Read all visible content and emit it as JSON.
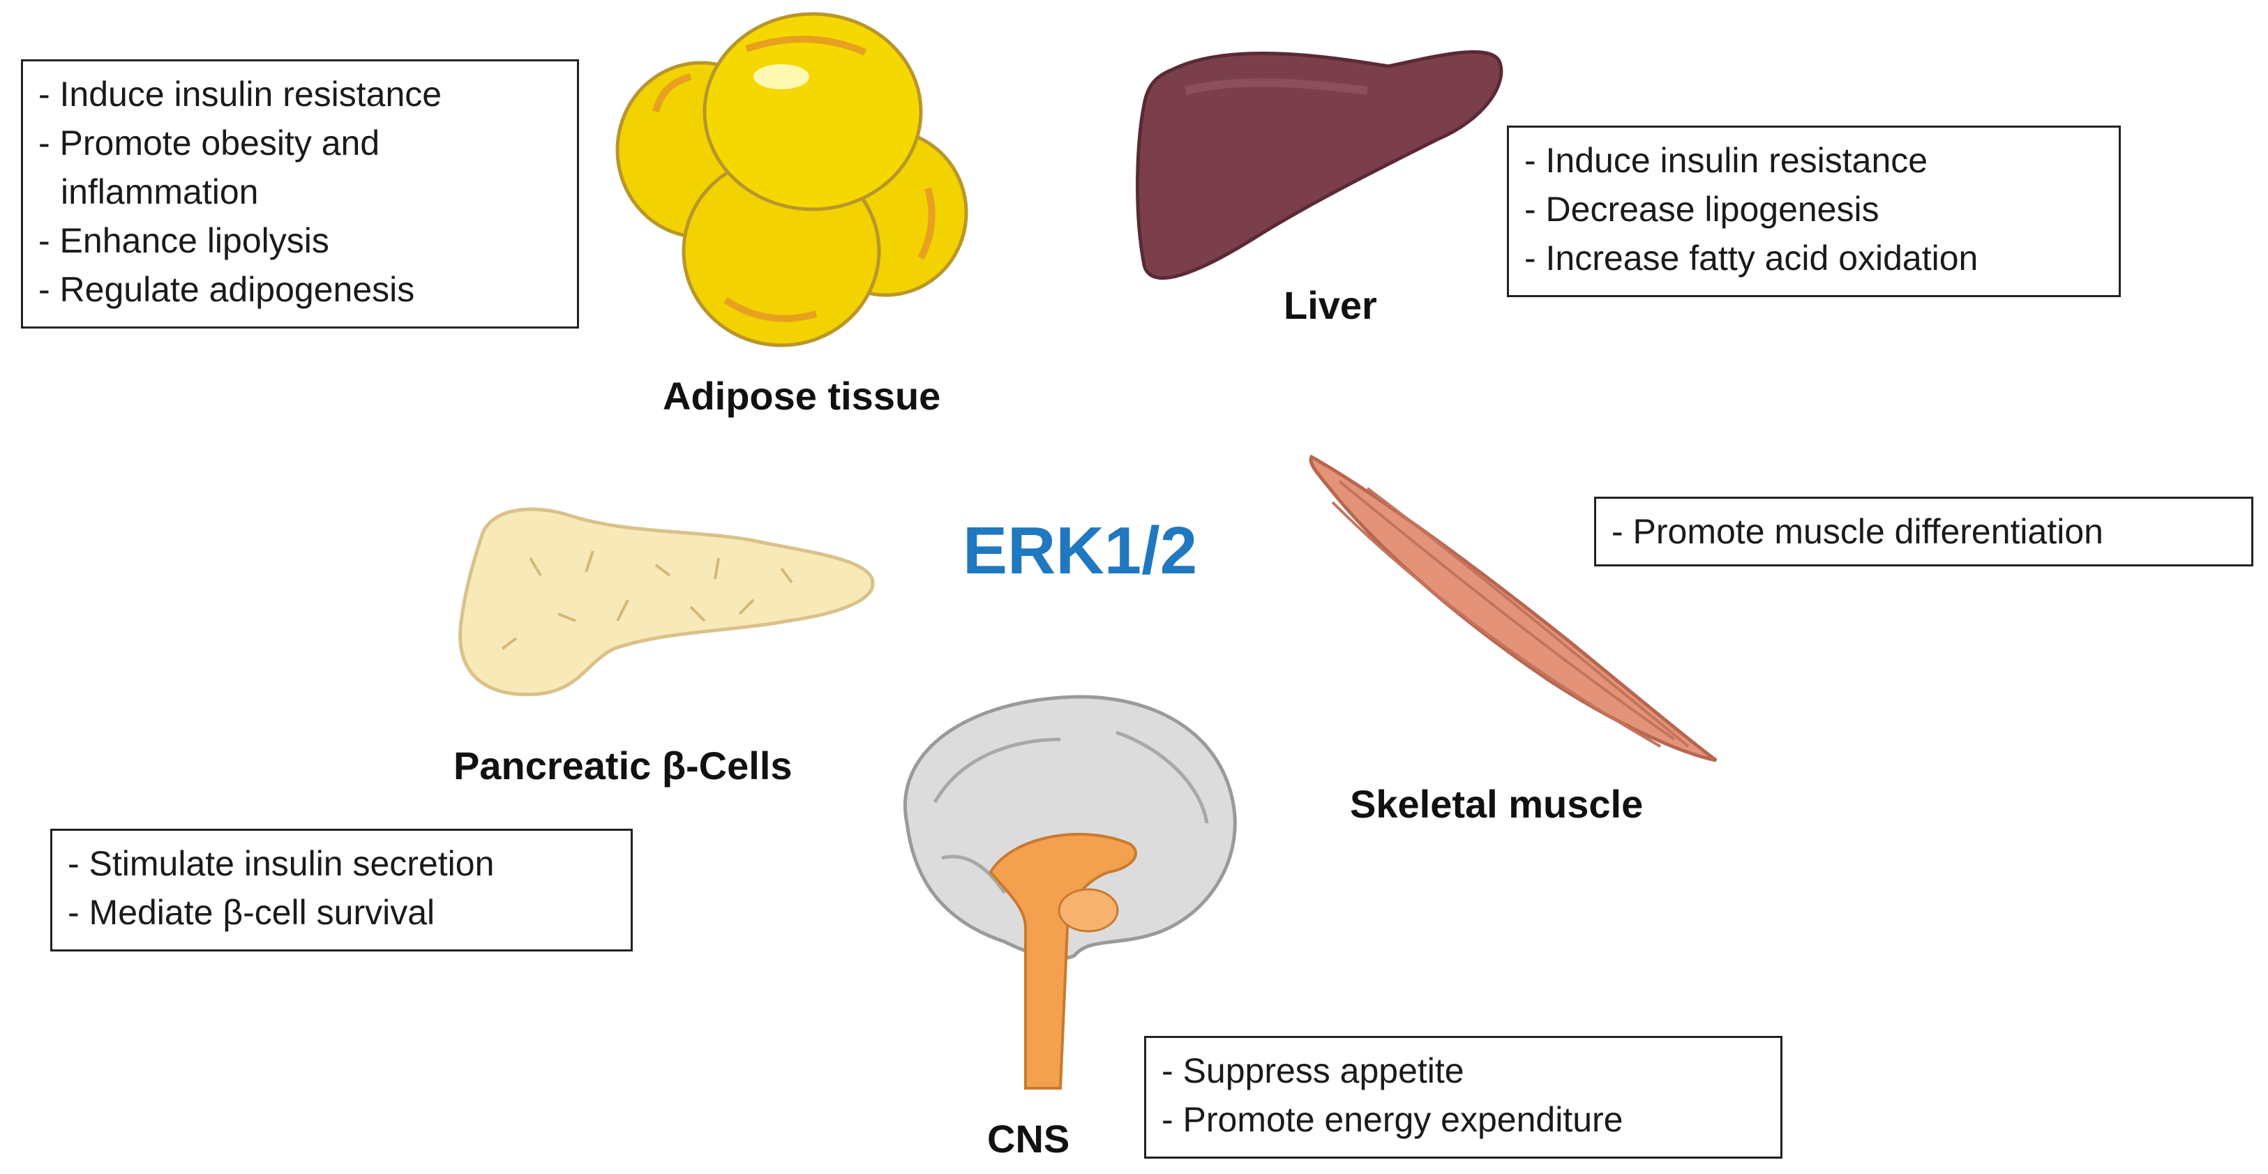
{
  "center_label": "ERK1/2",
  "colors": {
    "center": "#1f78c0",
    "adipose": "#f2d200",
    "liver": "#7b3f4c",
    "pancreas": "#f8e9b8",
    "muscle": "#e49379",
    "brain": "#dcdcdc",
    "brain_core": "#f3a04f"
  },
  "organs": {
    "adipose": {
      "label": "Adipose tissue",
      "effects": [
        "- Induce insulin resistance",
        "- Promote obesity and",
        "inflammation",
        "- Enhance lipolysis",
        "- Regulate adipogenesis"
      ]
    },
    "liver": {
      "label": "Liver",
      "effects": [
        "- Induce insulin resistance",
        "- Decrease lipogenesis",
        "- Increase fatty acid oxidation"
      ]
    },
    "muscle": {
      "label": "Skeletal muscle",
      "effects": [
        "- Promote muscle differentiation"
      ]
    },
    "pancreas": {
      "label": "Pancreatic β-Cells",
      "effects": [
        "- Stimulate insulin secretion",
        "- Mediate β-cell survival"
      ]
    },
    "cns": {
      "label": "CNS",
      "effects": [
        "- Suppress appetite",
        "- Promote energy expenditure"
      ]
    }
  }
}
